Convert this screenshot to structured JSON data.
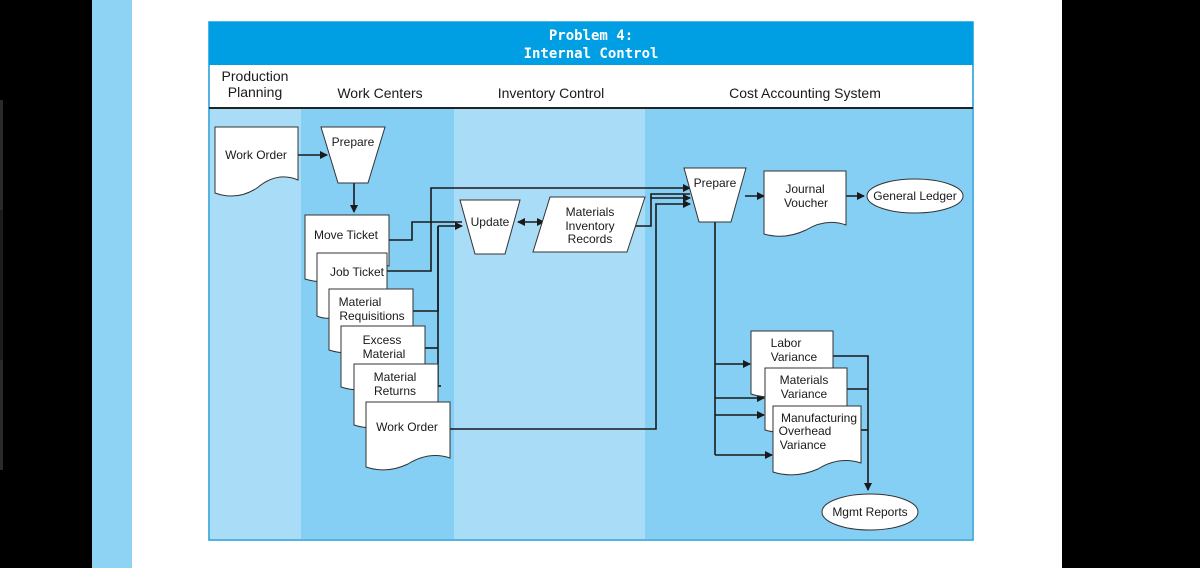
{
  "header": {
    "title_line1": "Problem 4:",
    "title_line2": "Internal Control"
  },
  "lanes": {
    "production_planning_line1": "Production",
    "production_planning_line2": "Planning",
    "work_centers": "Work Centers",
    "inventory_control": "Inventory Control",
    "cost_accounting": "Cost Accounting System"
  },
  "nodes": {
    "pp_work_order": "Work Order",
    "wc_prepare": "Prepare",
    "move_ticket": "Move Ticket",
    "job_ticket": "Job Ticket",
    "material_requisitions_line1": "Material",
    "material_requisitions_line2": "Requisitions",
    "excess_material_line1": "Excess",
    "excess_material_line2": "Material",
    "material_returns_line1": "Material",
    "material_returns_line2": "Returns",
    "wc_work_order": "Work Order",
    "update": "Update",
    "inventory_records_line1": "Materials",
    "inventory_records_line2": "Inventory",
    "inventory_records_line3": "Records",
    "ca_prepare": "Prepare",
    "journal_voucher_line1": "Journal",
    "journal_voucher_line2": "Voucher",
    "general_ledger": "General Ledger",
    "labor_variance_line1": "Labor",
    "labor_variance_line2": "Variance",
    "materials_variance_line1": "Materials",
    "materials_variance_line2": "Variance",
    "overhead_variance_line1": "Manufacturing",
    "overhead_variance_line2": "Overhead",
    "overhead_variance_line3": "Variance",
    "mgmt_reports": "Mgmt Reports"
  },
  "colors": {
    "header_blue": "#009fe3",
    "lane_light": "#a9ddf7",
    "lane_mid": "#84cff3",
    "left_strip": "#8ed3f3",
    "page": "#ffffff",
    "outer": "#000000"
  }
}
